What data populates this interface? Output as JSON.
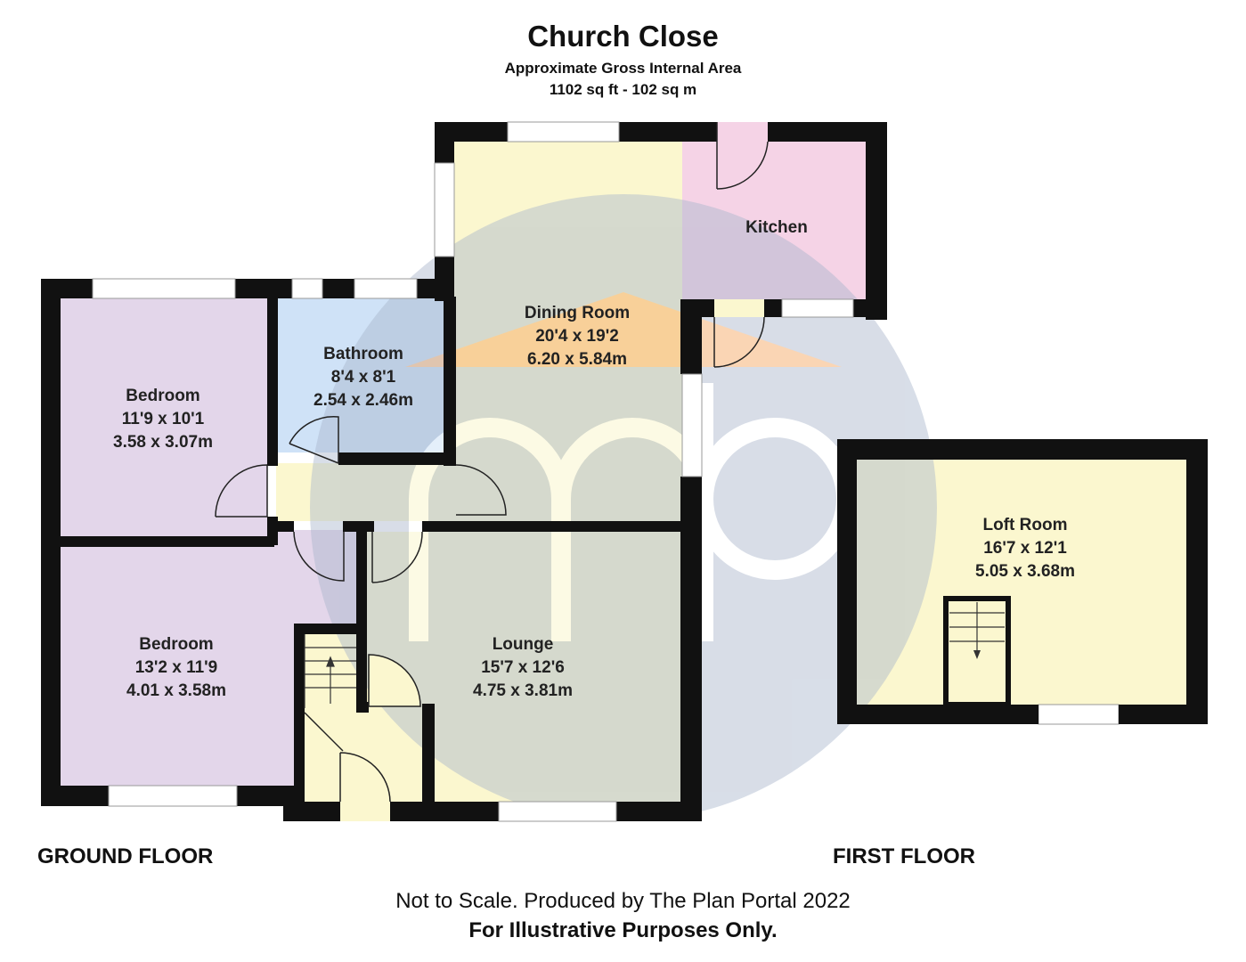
{
  "header": {
    "title": "Church Close",
    "area_label": "Approximate Gross Internal Area",
    "area_value": "1102 sq ft - 102 sq m"
  },
  "floors": {
    "ground": "GROUND FLOOR",
    "first": "FIRST FLOOR"
  },
  "rooms": {
    "kitchen": {
      "name": "Kitchen"
    },
    "dining": {
      "name": "Dining Room",
      "imperial": "20'4 x 19'2",
      "metric": "6.20 x 5.84m"
    },
    "bathroom": {
      "name": "Bathroom",
      "imperial": "8'4 x 8'1",
      "metric": "2.54 x 2.46m"
    },
    "bedroom1": {
      "name": "Bedroom",
      "imperial": "11'9 x 10'1",
      "metric": "3.58 x 3.07m"
    },
    "bedroom2": {
      "name": "Bedroom",
      "imperial": "13'2 x 11'9",
      "metric": "4.01 x 3.58m"
    },
    "lounge": {
      "name": "Lounge",
      "imperial": "15'7 x 12'6",
      "metric": "4.75 x 3.81m"
    },
    "loft": {
      "name": "Loft Room",
      "imperial": "16'7 x 12'1",
      "metric": "5.05 x 3.68m"
    }
  },
  "footer": {
    "disclaimer": "Not to Scale. Produced by The Plan Portal 2022",
    "illustrative": "For Illustrative Purposes Only."
  },
  "colors": {
    "wall": "#111111",
    "yellow_room": "#fbf7cf",
    "purple_room": "#e3d6ea",
    "blue_room": "#cfe2f7",
    "pink_room": "#f5d3e6",
    "watermark_circle": "#a9b6cc",
    "watermark_arrow": "#f6a35a"
  }
}
